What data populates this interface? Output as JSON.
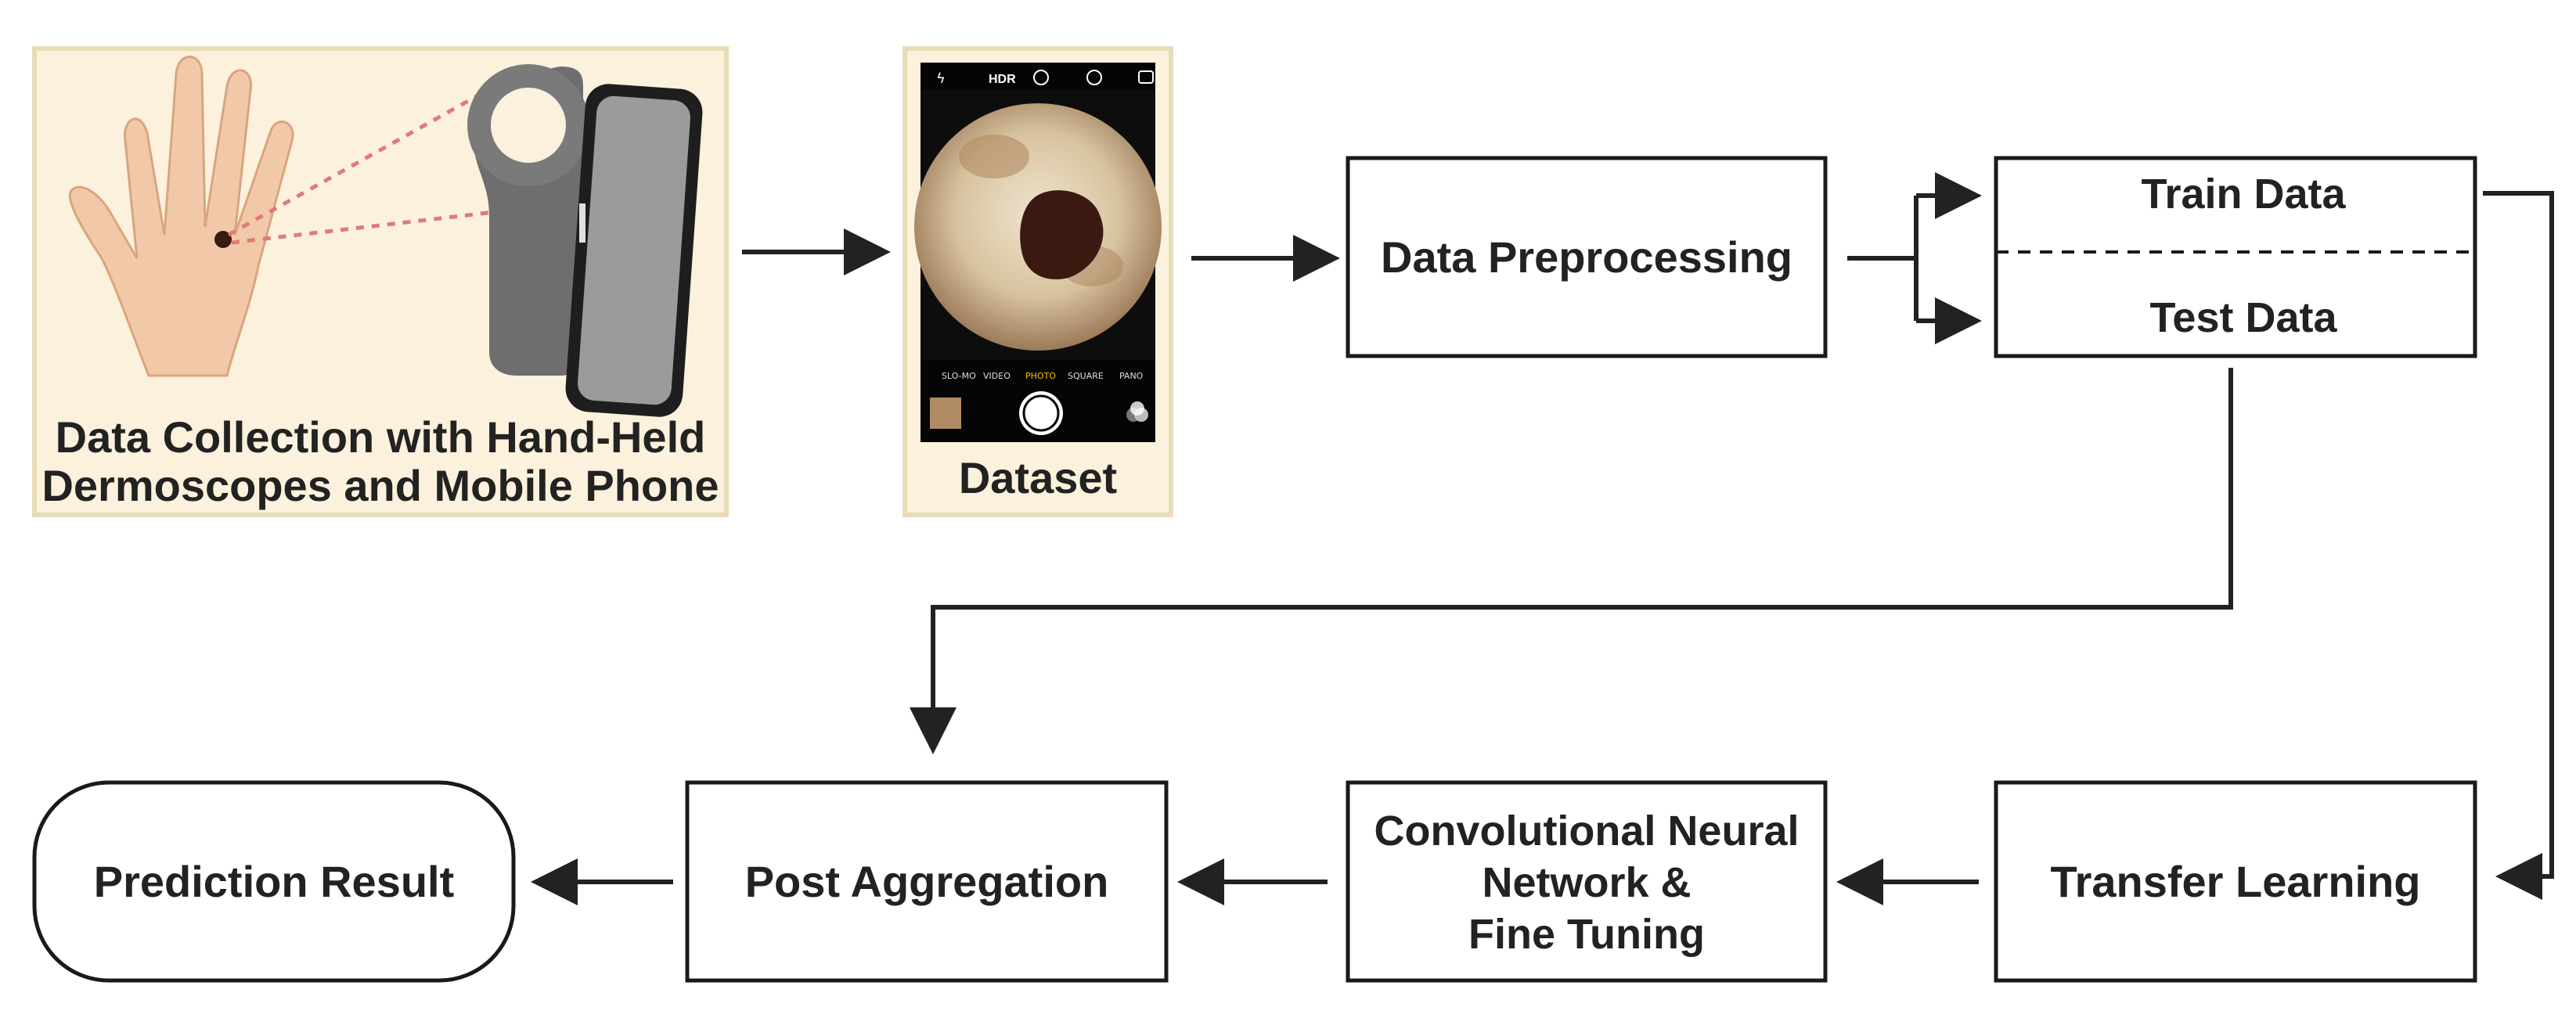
{
  "collection": {
    "line1": "Data Collection with Hand-Held",
    "line2": "Dermoscopes and Mobile Phone",
    "panel_color": "#fbf1dc",
    "border_color": "#e8dcb4",
    "skin_color": "#f2c9a8"
  },
  "dataset": {
    "label": "Dataset",
    "phone_top_bar": [
      "HDR"
    ],
    "phone_modes": [
      "SLO-MO",
      "VIDEO",
      "PHOTO",
      "SQUARE",
      "PANO"
    ]
  },
  "steps": {
    "preprocessing": "Data Preprocessing",
    "train": "Train Data",
    "test": "Test Data",
    "transfer": "Transfer Learning",
    "cnn_line1": "Convolutional Neural",
    "cnn_line2": "Network &",
    "cnn_line3": "Fine Tuning",
    "post": "Post Aggregation",
    "result": "Prediction Result"
  },
  "colors": {
    "line": "#222222",
    "box_border": "#1a1a1a",
    "lesion": "#3a1a10",
    "accent_dots": "#e07a7a"
  }
}
